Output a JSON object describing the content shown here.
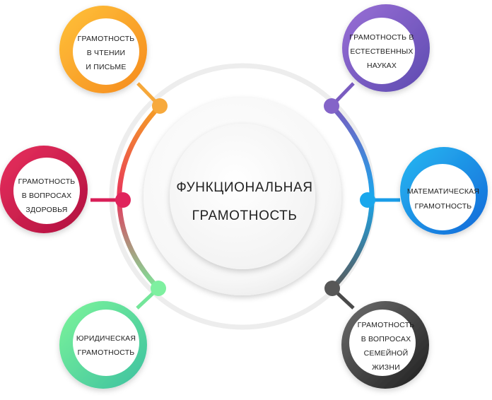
{
  "center": {
    "line1": "ФУНКЦИОНАЛЬНАЯ",
    "line2": "ГРАМОТНОСТЬ"
  },
  "nodes": [
    {
      "id": "reading",
      "color": "#f5a024",
      "lines": [
        "ГРАМОТНОСТЬ",
        "В ЧТЕНИИ",
        "И ПИСЬМЕ"
      ]
    },
    {
      "id": "science",
      "color": "#7a5cc0",
      "lines": [
        "ГРАМОТНОСТЬ В",
        "ЕСТЕСТВЕННЫХ",
        "НАУКАХ"
      ]
    },
    {
      "id": "health",
      "color": "#cf1f55",
      "lines": [
        "ГРАМОТНОСТЬ",
        "В ВОПРОСАХ",
        "ЗДОРОВЬЯ"
      ]
    },
    {
      "id": "math",
      "color": "#1a9de8",
      "lines": [
        "МАТЕМАТИЧЕСКАЯ",
        "ГРАМОТНОСТЬ"
      ]
    },
    {
      "id": "legal",
      "color": "#5fdc8a",
      "lines": [
        "ЮРИДИЧЕСКАЯ",
        "ГРАМОТНОСТЬ"
      ]
    },
    {
      "id": "family",
      "color": "#3c3c3c",
      "lines": [
        "ГРАМОТНОСТЬ",
        "В ВОПРОСАХ",
        "СЕМЕЙНОЙ",
        "ЖИЗНИ"
      ]
    }
  ]
}
